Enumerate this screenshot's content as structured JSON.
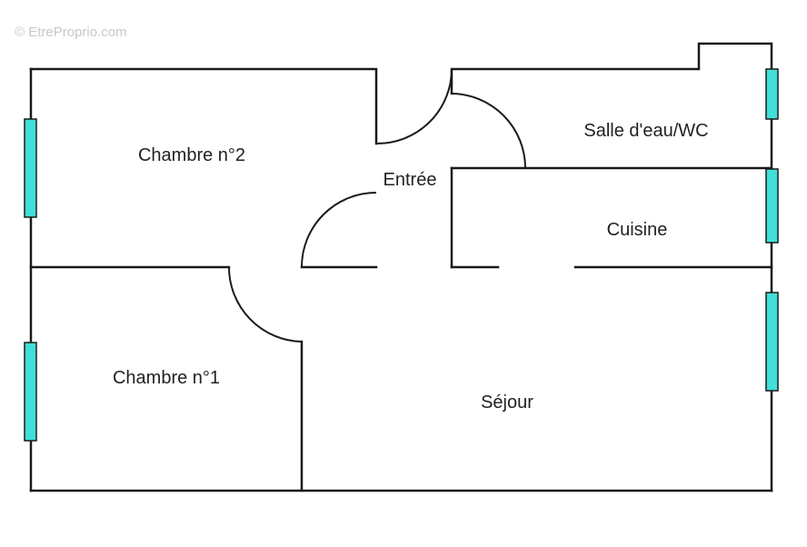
{
  "watermark": "© EtreProprio.com",
  "colors": {
    "wall": "#1a1a1a",
    "window": "#40e0d8",
    "label": "#222222"
  },
  "rooms": {
    "chambre2": "Chambre n°2",
    "chambre1": "Chambre n°1",
    "entree": "Entrée",
    "salle_eau": "Salle d'eau/WC",
    "cuisine": "Cuisine",
    "sejour": "Séjour"
  }
}
